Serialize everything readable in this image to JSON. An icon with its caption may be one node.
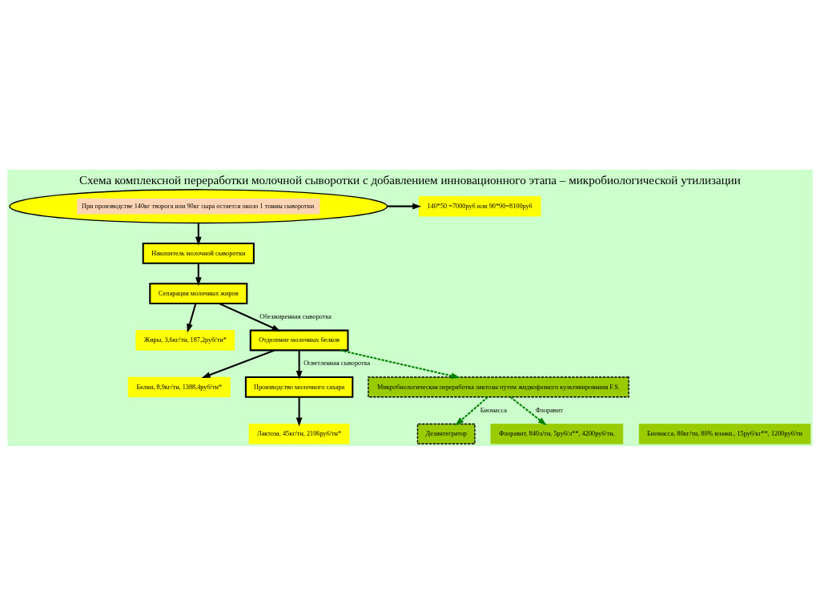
{
  "diagram": {
    "title": "Схема комплексной переработки молочной сыворотки с добавлением инновационного этапа – микробиологической утилизации",
    "nodes": [
      {
        "text": [
          "При производстве 140кг творога или 90кг сыра остается около 1 тонны сыворотки"
        ]
      },
      {
        "text": [
          "140*50 =7000руб или 90*90=8100руб"
        ]
      },
      {
        "text": [
          "Накопитель молочной сыворотки"
        ]
      },
      {
        "text": [
          "Сепарация молочных жиров"
        ]
      },
      {
        "text": [
          "Жиры, 3,6кг/тн, 187,2руб/тн*"
        ]
      },
      {
        "text": [
          "Отделение молочных белков"
        ]
      },
      {
        "text": [
          "Белки, 8,9кг/тн, 1388,4руб/тн*"
        ]
      },
      {
        "text": [
          "Производство молочного сахара"
        ]
      },
      {
        "text": [
          "Лактоза, 45кг/тн, 2106руб/тн*"
        ]
      },
      {
        "text": [
          "Микробиологическая переработка лактозы путем жидкофазного культивирования F.S."
        ]
      },
      {
        "text": [
          "Дезинтегратор"
        ]
      },
      {
        "text": [
          "Биомасса, 80кг/тн, 80% влажн., 15руб/кг**, 1200руб/тн"
        ]
      },
      {
        "text": [
          "Флоравит, 840л/тн, 5руб/л**, 4200руб/тн,"
        ]
      }
    ],
    "edges": [
      {
        "from": 0,
        "to": 1,
        "arrow": "to"
      },
      {
        "from": 0,
        "to": 2,
        "arrow": "to"
      },
      {
        "from": 2,
        "to": 3,
        "arrow": "to"
      },
      {
        "from": 3,
        "to": 4,
        "arrow": "to"
      },
      {
        "from": 3,
        "to": 5,
        "arrow": "to",
        "label": "Обезжиренная сыворотка"
      },
      {
        "from": 5,
        "to": 6,
        "arrow": "to"
      },
      {
        "from": 5,
        "to": 7,
        "arrow": "to",
        "label": "Осветленная сыворотка"
      },
      {
        "from": 7,
        "to": 8,
        "arrow": "to"
      },
      {
        "from": 5,
        "to": 9,
        "arrow": "to",
        "style": "dashed",
        "color": "#008000"
      },
      {
        "from": 9,
        "to": 10,
        "arrow": "to",
        "style": "dashed",
        "color": "#008000",
        "label": "Биомасса"
      },
      {
        "from": 9,
        "to": 12,
        "arrow": "to",
        "style": "dashed",
        "color": "#008000",
        "label": "Флоравит"
      }
    ]
  }
}
